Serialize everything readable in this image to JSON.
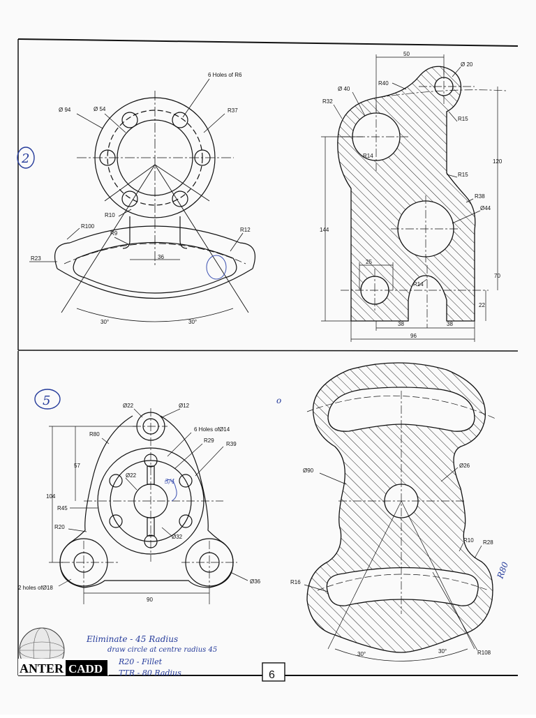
{
  "page": {
    "page_number": "6"
  },
  "logo": {
    "text_left": "ANTER",
    "text_right": "CADD"
  },
  "figure2": {
    "marker": "2",
    "left": {
      "holes": "6 Holes of R6",
      "d94": "Ø 94",
      "d54": "Ø 54",
      "r37": "R37",
      "r10": "R10",
      "r100": "R100",
      "r9": "R9",
      "r12": "R12",
      "r23": "R23",
      "w36": "36",
      "a30_left": "30°",
      "a30_right": "30°"
    },
    "right": {
      "d50": "50",
      "d20": "Ø 20",
      "r40": "R40",
      "d40": "Ø 40",
      "r32": "R32",
      "r15_top": "R15",
      "r14_top": "R14",
      "d120": "120",
      "r15_mid": "R15",
      "r38": "R38",
      "d44": "Ø44",
      "d144": "144",
      "d25": "25",
      "d70": "70",
      "r14_bot": "R14",
      "d22": "22",
      "d38_left": "38",
      "d38_right": "38",
      "d96": "96"
    }
  },
  "figure5": {
    "marker": "5",
    "left": {
      "d22_top": "Ø22",
      "d12": "Ø12",
      "holes14": "6 Holes ofØ14",
      "r80": "R80",
      "r29": "R29",
      "r39": "R39",
      "d57": "57",
      "d22_mid": "Ø22",
      "d104": "104",
      "r45": "R45",
      "r20": "R20",
      "d32": "Ø32",
      "holes18": "2 holes ofØ18",
      "d36": "Ø36",
      "d90": "90"
    },
    "right": {
      "d90": "Ø90",
      "d26": "Ø26",
      "r10": "R10",
      "r28": "R28",
      "r16": "R16",
      "a30_left": "30°",
      "a30_right": "30°",
      "r108": "R108"
    }
  },
  "handwritten": {
    "line1": "Eliminate - 45 Radius",
    "line2": "draw circle at centre radius 45",
    "line3": "R20 - Fillet",
    "line4": "TTR - 80 Radius",
    "r80_note": "R80",
    "note_small": "3/4",
    "mark_check": "o"
  }
}
